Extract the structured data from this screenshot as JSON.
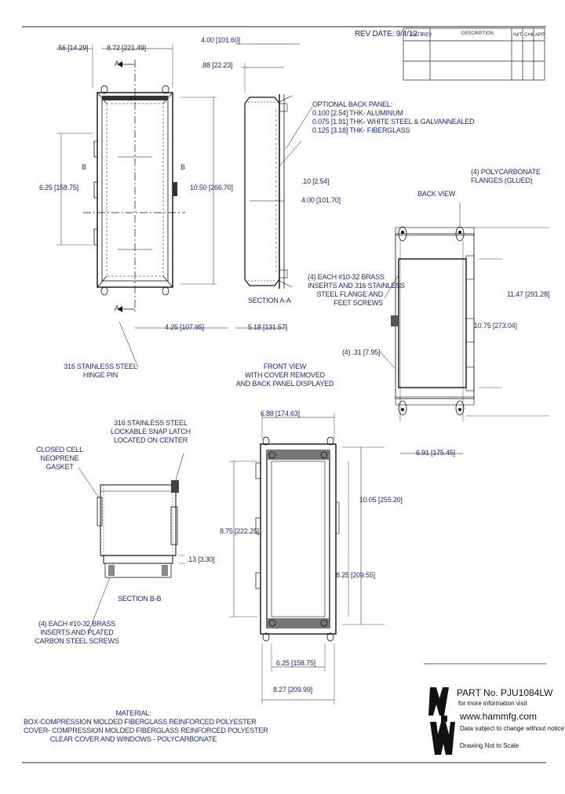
{
  "revision": {
    "rev_date": "REV DATE: 9/4/12",
    "headers": [
      "DATE",
      "REV",
      "DESCRIPTION",
      "INIT",
      "CHK",
      "APP"
    ]
  },
  "section_labels": {
    "a_top": "A",
    "a_bottom": "A",
    "b_left": "B",
    "b_right": "B",
    "section_aa": "SECTION A-A",
    "section_bb": "SECTION B-B",
    "back_view": "BACK VIEW",
    "front_view": [
      "FRONT VIEW",
      "WITH COVER REMOVED",
      "AND BACK PANEL DISPLAYED"
    ]
  },
  "dimensions": {
    "d_056": ".56 [14.29]",
    "d_872": "8.72 [221.49]",
    "d_400_top": "4.00 [101.60]",
    "d_088": ".88 [22.23]",
    "d_625_left": "6.25 [158.75]",
    "d_1050": "10.50 [266.70]",
    "d_010": ".10 [2.54]",
    "d_400_mid": "4.00 [101.70]",
    "d_425": "4.25 [107.95]",
    "d_518": "5.18 [131.57]",
    "d_1147": "11.47 [291.28]",
    "d_1075": "10.75 [273.04]",
    "d_031": "(4) .31 [7.95]",
    "d_691": "6.91 [175.45]",
    "d_688": "6.88 [174.63]",
    "d_013": ".13 [3.30]",
    "d_875": "8.75 [222.25]",
    "d_1005": "10.05 [255.20]",
    "d_825": "8.25 [209.55]",
    "d_625_bottom": "6.25 [158.75]",
    "d_827": "8.27 [209.99]"
  },
  "notes": {
    "back_panel": [
      "OPTIONAL BACK PANEL:",
      "0.100 [2.54] THK- ALUMINUM",
      "0.075 [1.91] THK- WHITE STEEL & GALVANNEALED",
      "0.125 [3.18] THK- FIBERGLASS"
    ],
    "flanges": [
      "(4) POLYCARBONATE",
      "FLANGES (GLUED)"
    ],
    "inserts_flange": [
      "(4) EACH #10-32 BRASS",
      "INSERTS AND 316 STAINLESS",
      "STEEL FLANGE AND",
      "FEET SCREWS"
    ],
    "hinge_pin": [
      "316 STAINLESS STEEL",
      "HINGE PIN"
    ],
    "snap_latch": [
      "316 STAINLESS STEEL",
      "LOCKABLE SNAP LATCH",
      "LOCATED ON CENTER"
    ],
    "gasket": [
      "CLOSED CELL",
      "NEOPRENE",
      "GASKET"
    ],
    "inserts_screws": [
      "(4) EACH #10-32 BRASS",
      "INSERTS AND PLATED",
      "CARBON STEEL SCREWS"
    ],
    "material": [
      "MATERIAL:",
      "BOX-COMPRESSION MOLDED FIBERGLASS REINFORCED POLYESTER",
      "COVER- COMPRESSION MOLDED FIBERGLASS REINFORCED POLYESTER",
      "CLEAR COVER AND WINDOWS - POLYCARBONATE"
    ]
  },
  "title_block": {
    "part_no": "PART No. PJU1084LW",
    "more_info": "for more information visit",
    "url": "www.hammfg.com",
    "disclaimer": "Data subject to change without notice",
    "scale": "Drawing Not to Scale"
  },
  "colors": {
    "ink": "#1f2a7a",
    "line": "#1a1a1a",
    "logo": "#111111"
  }
}
